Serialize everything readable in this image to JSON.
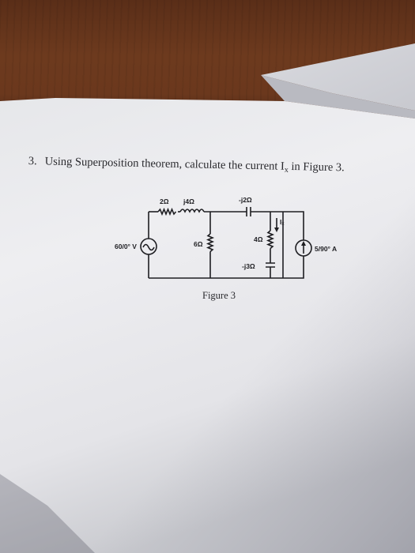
{
  "question": {
    "number": "3.",
    "text_before": "Using Superposition theorem, calculate the current I",
    "subscript": "x",
    "text_after": " in Figure 3."
  },
  "circuit": {
    "labels": {
      "r2": "2Ω",
      "l4": "j4Ω",
      "c2": "-j2Ω",
      "ix": "Iₓ",
      "vsource": "60/0° V",
      "r6": "6Ω",
      "r4": "4Ω",
      "c3": "-j3Ω",
      "isource": "5/90° A"
    },
    "caption": "Figure 3"
  },
  "colors": {
    "paper": "#f1f1f3",
    "ink": "#1e1e22",
    "table": "#6b381d"
  }
}
